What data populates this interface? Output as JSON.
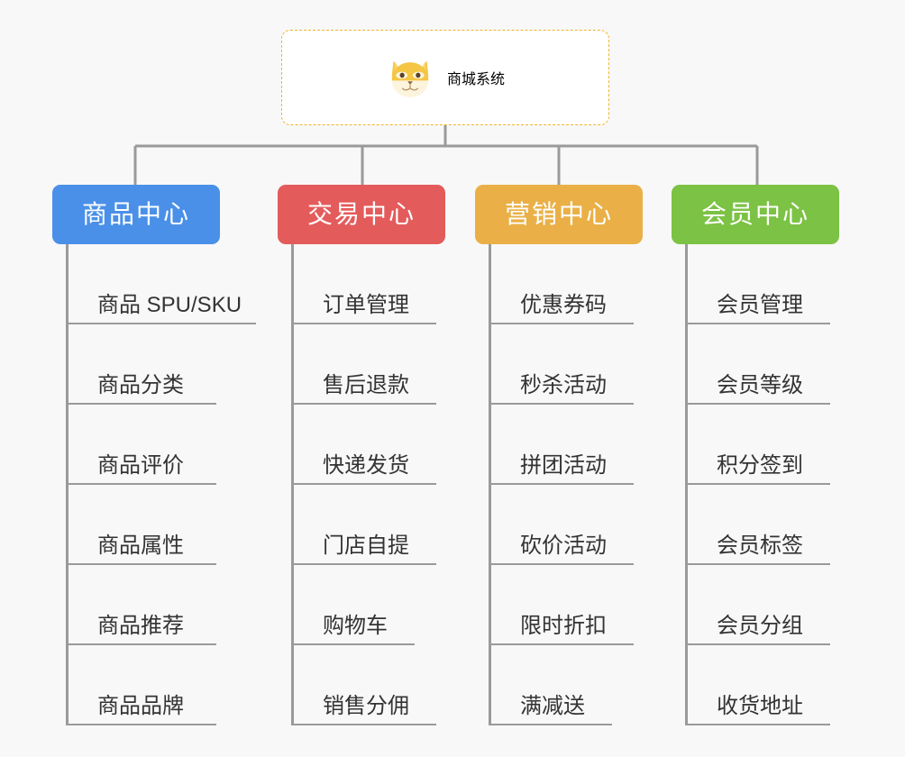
{
  "page": {
    "background_color": "#f8f8f8",
    "type": "org-chart"
  },
  "root": {
    "title": "商城系统",
    "icon": "shiba-dog-face-icon",
    "text_color": "#f2b63c",
    "border_color": "#f0b429",
    "background_color": "#ffffff"
  },
  "connector": {
    "color": "#9a9a9a"
  },
  "branches": [
    {
      "id": "product-center",
      "label": "商品中心",
      "color": "#4a90e8",
      "items": [
        "商品 SPU/SKU",
        "商品分类",
        "商品评价",
        "商品属性",
        "商品推荐",
        "商品品牌"
      ]
    },
    {
      "id": "trade-center",
      "label": "交易中心",
      "color": "#e45b5b",
      "items": [
        "订单管理",
        "售后退款",
        "快递发货",
        "门店自提",
        "购物车",
        "销售分佣"
      ]
    },
    {
      "id": "marketing-center",
      "label": "营销中心",
      "color": "#eab047",
      "items": [
        "优惠券码",
        "秒杀活动",
        "拼团活动",
        "砍价活动",
        "限时折扣",
        "满减送"
      ]
    },
    {
      "id": "member-center",
      "label": "会员中心",
      "color": "#7cc244",
      "items": [
        "会员管理",
        "会员等级",
        "积分签到",
        "会员标签",
        "会员分组",
        "收货地址"
      ]
    }
  ]
}
